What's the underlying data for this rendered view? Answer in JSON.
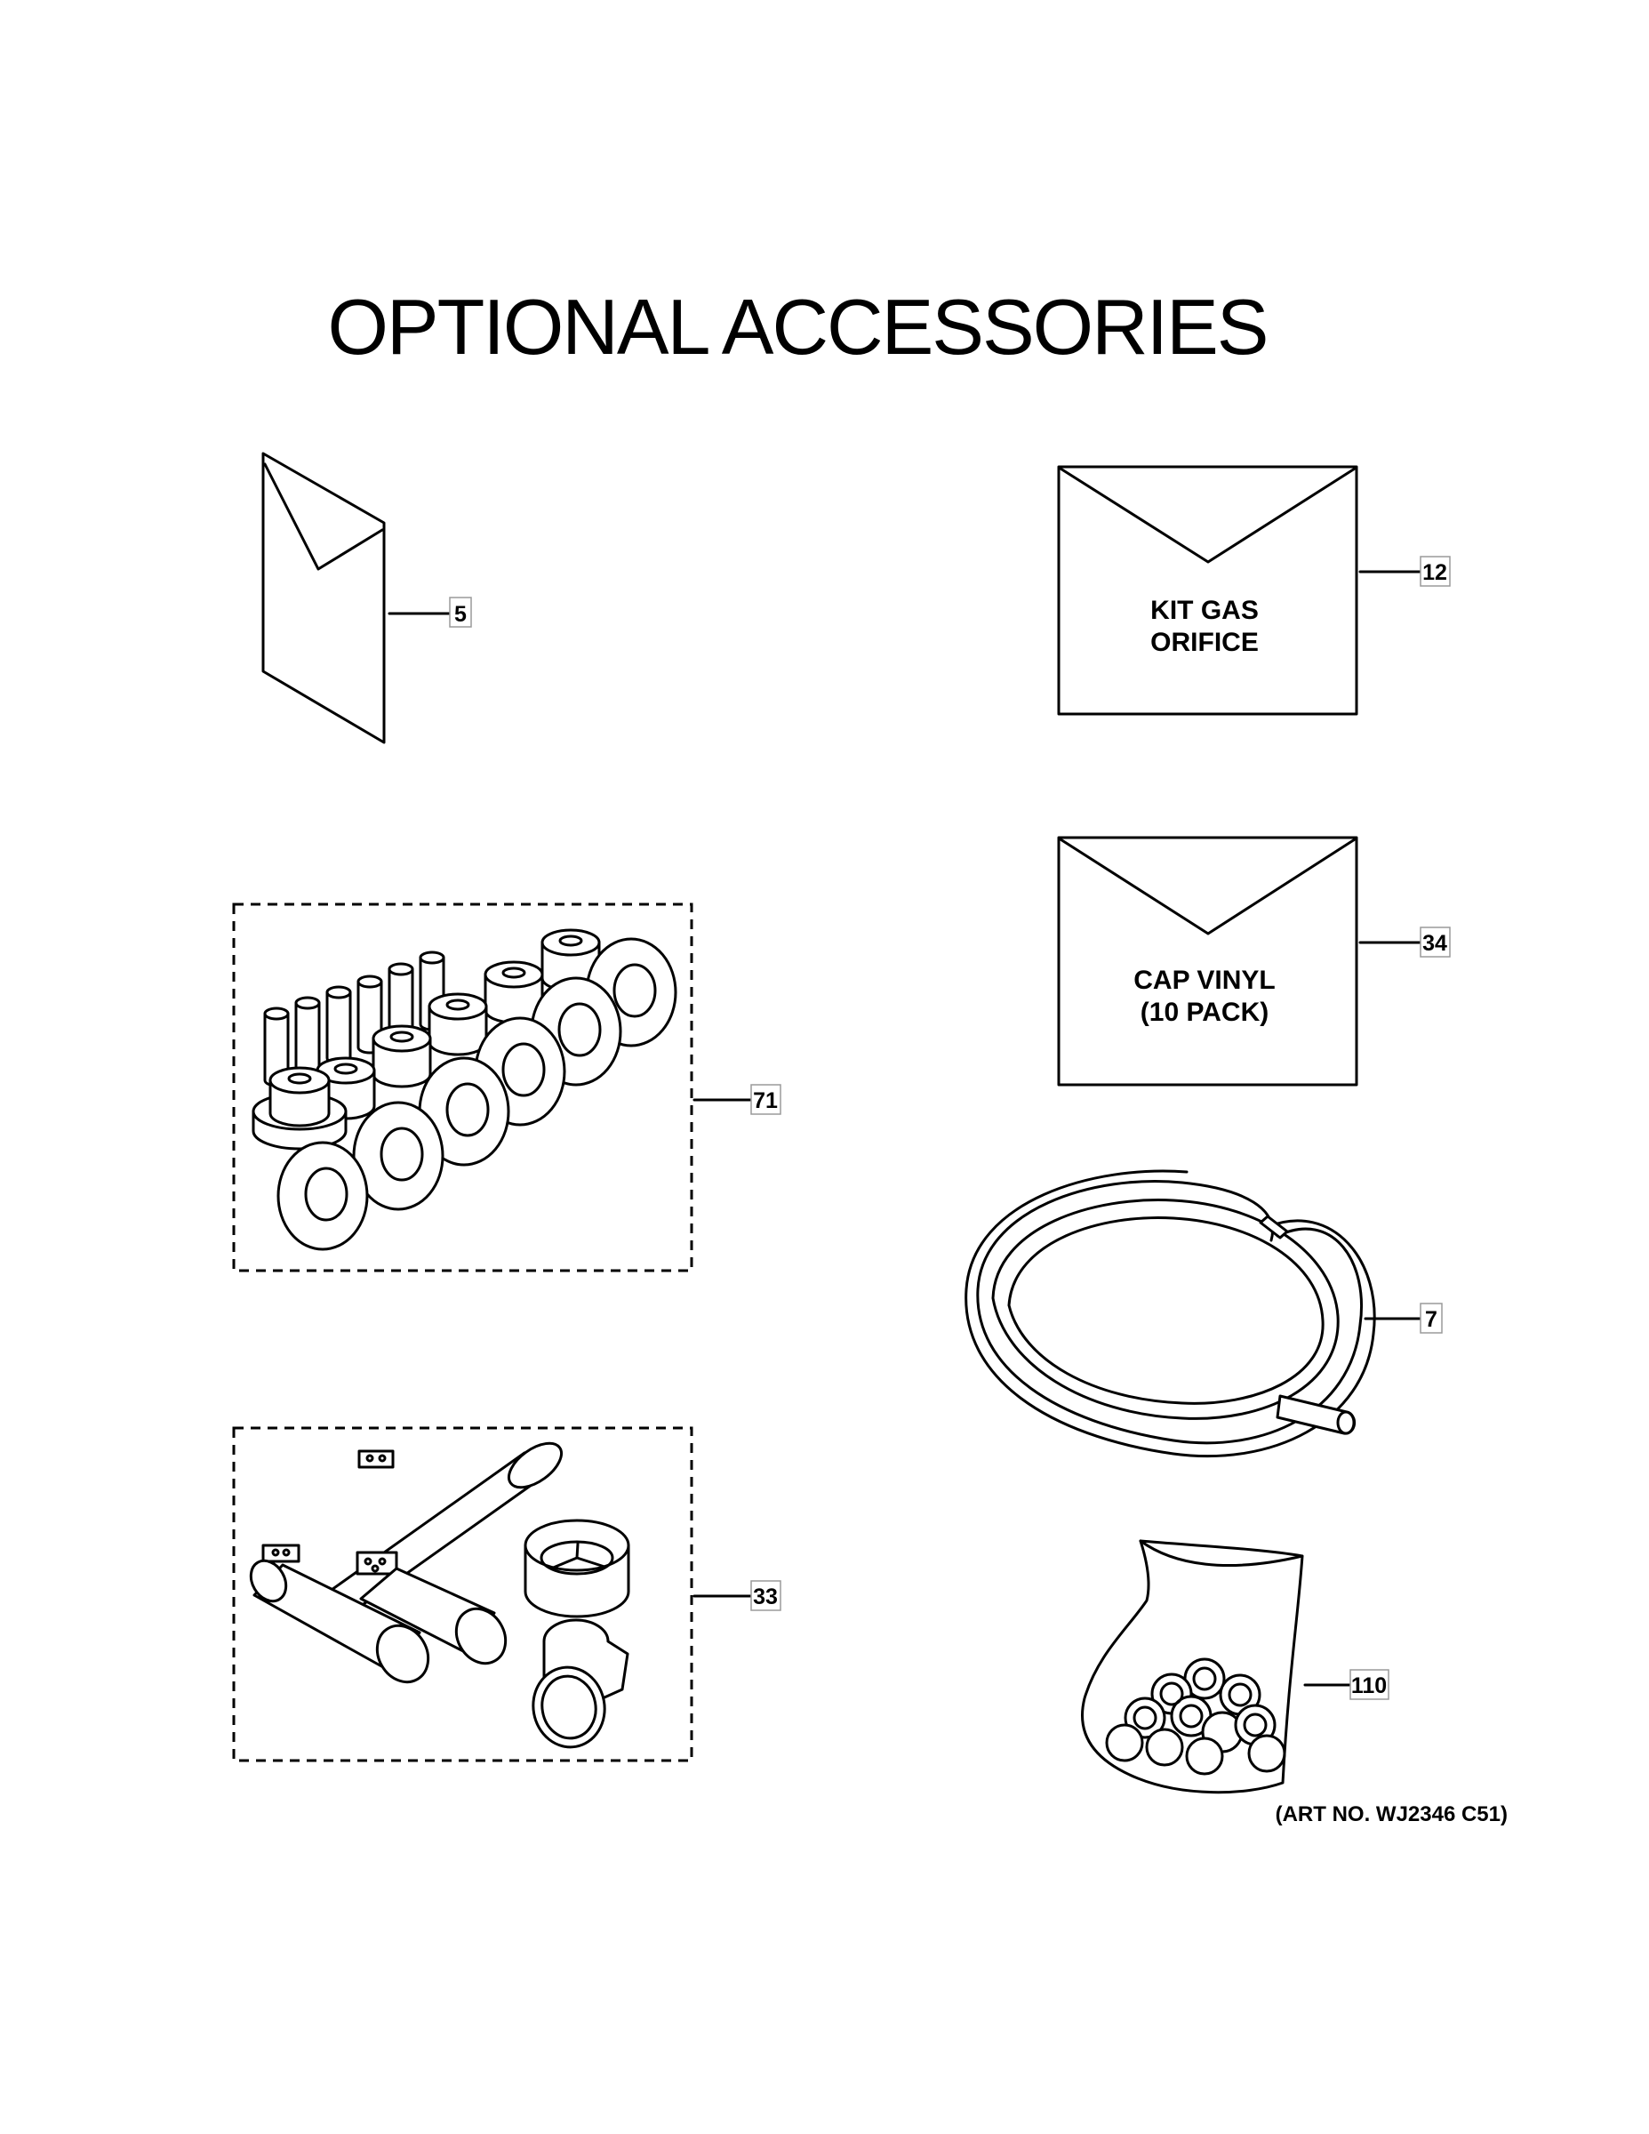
{
  "title": "OPTIONAL ACCESSORIES",
  "art_number": "(ART NO. WJ2346 C51)",
  "envelopes": {
    "kit_gas_orifice": {
      "line1": "KIT GAS",
      "line2": "ORIFICE"
    },
    "cap_vinyl": {
      "line1": "CAP VINYL",
      "line2": "(10 PACK)"
    }
  },
  "callouts": {
    "literature": "5",
    "kit_gas_orifice": "12",
    "cap_vinyl": "34",
    "orifice_kit": "71",
    "tubing": "7",
    "conversion_kit": "33",
    "screw_bag": "110"
  }
}
